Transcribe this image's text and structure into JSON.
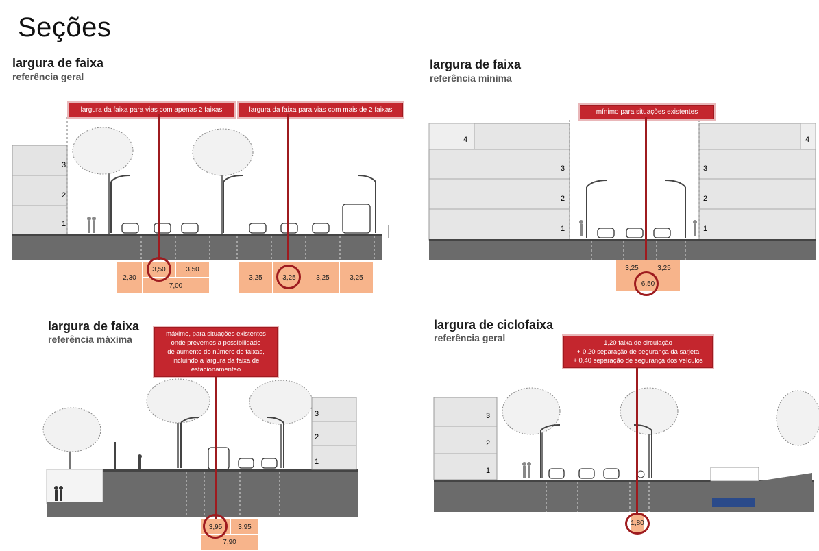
{
  "page": {
    "title": "Seções"
  },
  "sections": {
    "s1": {
      "title": "largura de faixa",
      "subtitle": "referência geral",
      "callout_left": "largura da faixa para vias com apenas 2 faixas",
      "callout_right": "largura da faixa para vias com mais de 2 faixas",
      "floors": [
        "3",
        "2",
        "1"
      ],
      "measures_left": [
        "2,30",
        "3,50",
        "3,50",
        "7,00"
      ],
      "measures_right": [
        "3,25",
        "3,25",
        "3,25",
        "3,25"
      ]
    },
    "s2": {
      "title": "largura de faixa",
      "subtitle": "referência mínima",
      "callout": "mínimo para situações existentes",
      "floors": [
        "4",
        "3",
        "2",
        "1"
      ],
      "measures": [
        "3,25",
        "3,25",
        "6,50"
      ]
    },
    "s3": {
      "title": "largura de faixa",
      "subtitle": "referência máxima",
      "callout_lines": [
        "máximo, para situações existentes",
        "onde prevemos a possibilidade",
        "de aumento do número de faixas,",
        "incluindo a largura da faixa de",
        "estacionamenteo"
      ],
      "floors": [
        "3",
        "2",
        "1"
      ],
      "measures": [
        "3,95",
        "3,95",
        "7,90"
      ]
    },
    "s4": {
      "title": "largura de ciclofaixa",
      "subtitle": "referência geral",
      "callout_lines": [
        "1,20 faixa de circulação",
        "+ 0,20 separação de segurança da sarjeta",
        "+ 0,40 separação de segurança dos veículos"
      ],
      "floors": [
        "3",
        "2",
        "1"
      ],
      "measures": [
        "1,80"
      ]
    }
  },
  "colors": {
    "callout": "#c4262e",
    "marker": "#9e1b1f",
    "measure_fill": "#f7b48b",
    "road": "#6b6b6b",
    "building": "#e6e6e6"
  }
}
